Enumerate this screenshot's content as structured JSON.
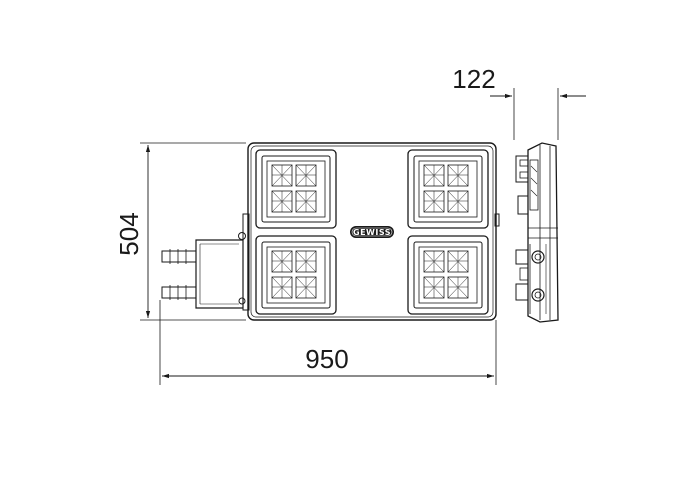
{
  "dimensions": {
    "width": "950",
    "height": "504",
    "depth": "122"
  },
  "brand": {
    "logo": "GEWISS"
  },
  "colors": {
    "line": "#1a1a1a",
    "background": "#ffffff"
  }
}
